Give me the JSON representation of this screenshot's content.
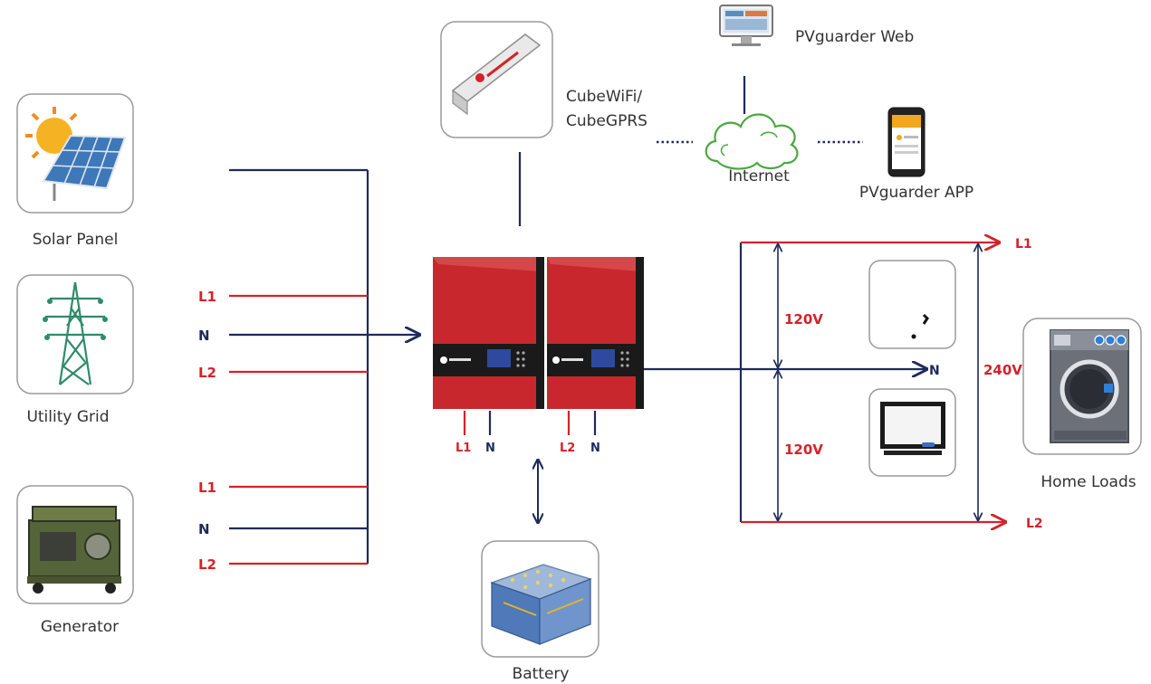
{
  "sources": {
    "solar_panel": "Solar Panel",
    "utility_grid": "Utility Grid",
    "generator": "Generator"
  },
  "wires": {
    "l1": "L1",
    "n": "N",
    "l2": "L2"
  },
  "comms": {
    "module": "CubeWiFi/",
    "module_2": "CubeGPRS",
    "internet": "Internet",
    "web": "PVguarder Web",
    "app": "PVguarder APP"
  },
  "inverters": {
    "left_line": "L1",
    "left_neutral": "N",
    "right_line": "L2",
    "right_neutral": "N"
  },
  "loads": {
    "l1": "L1",
    "n": "N",
    "l2": "L2",
    "v_top": "120V",
    "v_bottom": "120V",
    "v_total": "240V",
    "home_loads": "Home Loads"
  },
  "battery": "Battery",
  "colors": {
    "line_red": "#d2232a",
    "neutral_navy": "#1f2a5c",
    "inverter_red": "#c8282d",
    "inverter_dark": "#1a1a1a"
  }
}
